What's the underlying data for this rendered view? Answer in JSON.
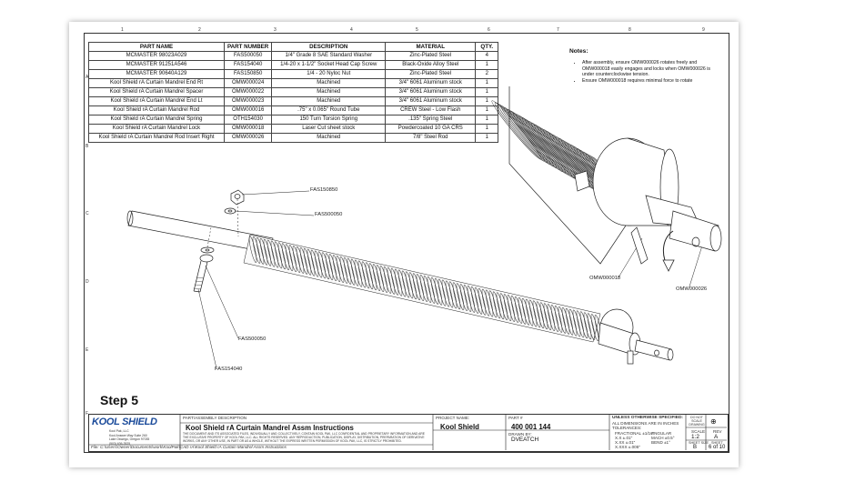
{
  "zones": {
    "columns": [
      "1",
      "2",
      "3",
      "4",
      "5",
      "6",
      "7",
      "8",
      "9"
    ],
    "rows": [
      "A",
      "B",
      "C",
      "D",
      "E",
      "F"
    ]
  },
  "bom": {
    "headers": [
      "PART NAME",
      "PART NUMBER",
      "DESCRIPTION",
      "MATERIAL",
      "QTY."
    ],
    "rows": [
      [
        "MCMASTER 98023A029",
        "FAS500050",
        "1/4\" Grade 8 SAE Standard Washer",
        "Zinc-Plated Steel",
        "4"
      ],
      [
        "MCMASTER 91251A546",
        "FAS154040",
        "1/4-20 x 1-1/2\" Socket Head Cap Screw",
        "Black-Oxide Alloy Steel",
        "1"
      ],
      [
        "MCMASTER 90640A129",
        "FAS150850",
        "1/4 - 20 Nyloc Nut",
        "Zinc-Plated Steel",
        "2"
      ],
      [
        "Kool Shield rA Curtain Mandrel End Rt",
        "OMW000024",
        "Machined",
        "3/4\" 6061 Aluminum stock",
        "1"
      ],
      [
        "Kool Shield rA Curtain Mandrel Spacer",
        "OMW000022",
        "Machined",
        "3/4\" 6061 Aluminum stock",
        "1"
      ],
      [
        "Kool Shield rA Curtain Mandrel End Lt",
        "OMW000023",
        "Machined",
        "3/4\" 6061 Aluminum stock",
        "1"
      ],
      [
        "Kool Shield rA Curtain Mandrel Rod",
        "OMW000016",
        ".75\" x 0.065\" Round Tube",
        "CREW Steel - Low Flash",
        "1"
      ],
      [
        "Kool Shield rA Curtain Mandrel Spring",
        "OTH154030",
        "150 Turn Torsion Spring",
        ".135\" Spring Steel",
        "1"
      ],
      [
        "Kool Shield rA Curtain Mandrel Lock",
        "OMW000018",
        "Laser Cut sheet stock",
        "Powdercoated 10 GA CRS",
        "1"
      ],
      [
        "Kool Shield rA Curtain Mandrel Rod Insert Right",
        "OMW000026",
        "Machined",
        "7/8\" Steel Rod",
        "1"
      ]
    ]
  },
  "notes": {
    "title": "Notes:",
    "items": [
      "After assembly, ensure OMW000026 rotates freely and OMW000018 easily engages and locks when OMW000026 is under counterclockwise tension.",
      "Ensure OMW000018 requires minimal force to rotate"
    ]
  },
  "callouts": {
    "fas150850": "FAS150850",
    "fas500050_top": "FAS500050",
    "fas500050_bottom": "FAS500050",
    "fas154040": "FAS154040",
    "omw000018": "OMW000018",
    "omw000026": "OMW000026"
  },
  "step_label": "Step 5",
  "title_block": {
    "company_logo": "KOOL SHIELD",
    "company_lines": [
      "Kool Pak, LLC",
      "Kool Answer Way Suite 260",
      "Lake Oswego, Oregon 97035",
      "(503) 636-3525"
    ],
    "desc_label": "PART/ASSEMBLY DESCRIPTION",
    "description": "Kool Shield rA Curtain Mandrel Assm Instructions",
    "legal": "THE DOCUMENT AND ITS ASSOCIATED FILES, INDIVIDUALLY AND COLLECTIVELY, CONTAIN KOOL PAK, LLC CONFIDENTIAL AND PROPRIETARY INFORMATION AND ARE THE EXCLUSIVE PROPERTY OF KOOL PAK, LLC. ALL RIGHTS RESERVED. ANY REPRODUCTION, PUBLICATION, DISPLAY, DISTRIBUTION, PREPARATION OF DERIVATIVE WORKS, OR ANY OTHER USE, IN PART OR AS A WHOLE, WITHOUT THE EXPRESS WRITTEN PERMISSION OF KOOL PAK, LLC, IS STRICTLY PROHIBITED.",
    "project_label": "PROJECT NAME:",
    "project": "Kool Shield",
    "part_label": "PART #",
    "part_number": "400 001 144",
    "drawn_label": "DRAWN BY:",
    "drawn_by": "DVEATCH",
    "tol_title": "UNLESS OTHERWISE SPECIFIED:",
    "tol_line1": "ALL DIMENSIONS ARE IN INCHES",
    "tol_line2": "TOLERANCES:",
    "tol_fractional": "FRACTIONAL  ±1/16\"",
    "tol_angular": "ANGULAR",
    "tol_x": "X.X    ±.01\"",
    "tol_mach": "MACH  ±0.5°",
    "tol_xx": "X.XX   ±.01\"",
    "tol_bend": "BEND  ±1°",
    "tol_xxx": "X.XXX  ±.005\"",
    "do_not_scale": "DO NOT SCALE DRAWING",
    "scale_label": "SCALE",
    "scale": "1:2",
    "rev_label": "REV",
    "rev": "A",
    "sheet_size_label": "SHEET SIZE",
    "sheet_size": "B",
    "sheet_label": "SHEET",
    "sheet": "6 of 10"
  },
  "file_path": "File: C:\\Users\\Owner\\Documents\\work\\KoolPak\\CAD rA\\Kool Shield rA Curtain Mandrel Assm Instructions"
}
